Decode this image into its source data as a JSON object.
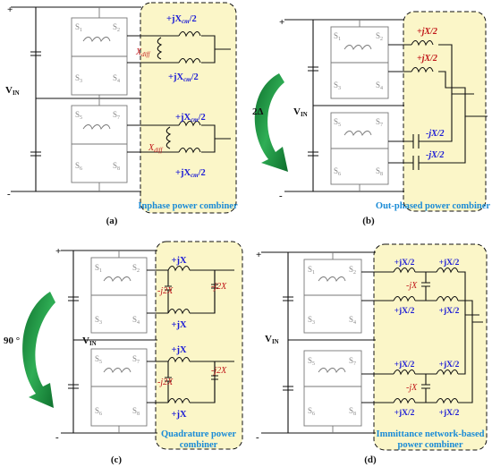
{
  "vin_label": "V",
  "vin_sub": "IN",
  "plus": "+",
  "minus": "-",
  "panels": [
    {
      "id": "a",
      "panel_label": "(a)",
      "caption": "Inphase power combiner",
      "sw_top": [
        "S",
        "S",
        "S",
        "S"
      ],
      "sw_top_sub": [
        "1",
        "2",
        "3",
        "4"
      ],
      "sw_bot": [
        "S",
        "S",
        "S",
        "S"
      ],
      "sw_bot_sub": [
        "5",
        "7",
        "6",
        "8"
      ],
      "labels_blue": [
        "+jX",
        "+jX",
        "+jX",
        "+jX"
      ],
      "labels_blue_sub": [
        "cm",
        "cm",
        "cm",
        "cm"
      ],
      "labels_blue_tail": [
        "/2",
        "/2",
        "/2",
        "/2"
      ],
      "labels_red": [
        "X",
        "X"
      ],
      "labels_red_sub": [
        "diff",
        "diff"
      ]
    },
    {
      "id": "b",
      "panel_label": "(b)",
      "caption": "Out-phased power combiner",
      "phase": "2Δ",
      "sw_top": [
        "S",
        "S",
        "S",
        "S"
      ],
      "sw_top_sub": [
        "1",
        "2",
        "3",
        "4"
      ],
      "sw_bot": [
        "S",
        "S",
        "S",
        "S"
      ],
      "sw_bot_sub": [
        "5",
        "7",
        "6",
        "8"
      ],
      "labels_red": [
        "+jX/2",
        "+jX/2"
      ],
      "labels_blue": [
        "-jX/2",
        "-jX/2"
      ]
    },
    {
      "id": "c",
      "panel_label": "(c)",
      "caption_lines": [
        "Quadrature power",
        "combiner"
      ],
      "phase": "90 °",
      "sw_top": [
        "S",
        "S",
        "S",
        "S"
      ],
      "sw_top_sub": [
        "1",
        "2",
        "3",
        "4"
      ],
      "sw_bot": [
        "S",
        "S",
        "S",
        "S"
      ],
      "sw_bot_sub": [
        "5",
        "7",
        "6",
        "8"
      ],
      "labels_blue": [
        "+jX",
        "+jX",
        "+jX",
        "+jX"
      ],
      "labels_red": [
        "-j2X",
        "-j2X",
        "-j2X",
        "-j2X"
      ]
    },
    {
      "id": "d",
      "panel_label": "(d)",
      "caption_lines": [
        "Immittance network-based",
        "power combiner"
      ],
      "sw_top": [
        "S",
        "S",
        "S",
        "S"
      ],
      "sw_top_sub": [
        "1",
        "2",
        "3",
        "4"
      ],
      "sw_bot": [
        "S",
        "S",
        "S",
        "S"
      ],
      "sw_bot_sub": [
        "5",
        "7",
        "6",
        "8"
      ],
      "labels_blue": [
        "+jX/2",
        "+jX/2",
        "+jX/2",
        "+jX/2",
        "+jX/2",
        "+jX/2",
        "+jX/2",
        "+jX/2"
      ],
      "labels_red": [
        "-jX",
        "-jX"
      ]
    }
  ],
  "colors": {
    "blue": "#1a1ad6",
    "red": "#c0171a",
    "caption": "#1a8bd6",
    "box": "#fbf6c8",
    "arrow": "#1e8a3c"
  }
}
